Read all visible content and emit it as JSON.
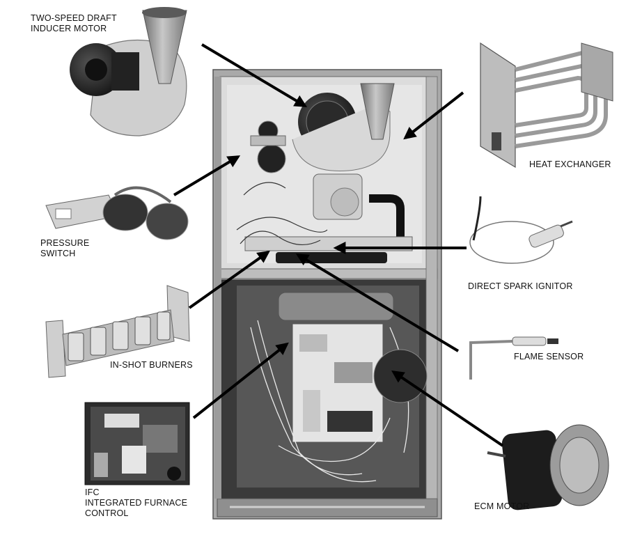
{
  "labels": {
    "inducer_line1": "TWO-SPEED DRAFT",
    "inducer_line2": "INDUCER MOTOR",
    "heat_exchanger": "HEAT EXCHANGER",
    "pressure_line1": "PRESSURE",
    "pressure_line2": "SWITCH",
    "ignitor": "DIRECT SPARK IGNITOR",
    "burners": "IN-SHOT BURNERS",
    "flame_sensor": "FLAME SENSOR",
    "ifc_line1": "IFC",
    "ifc_line2": "INTEGRATED FURNACE",
    "ifc_line3": "CONTROL",
    "ecm_motor": "ECM MOTOR"
  }
}
